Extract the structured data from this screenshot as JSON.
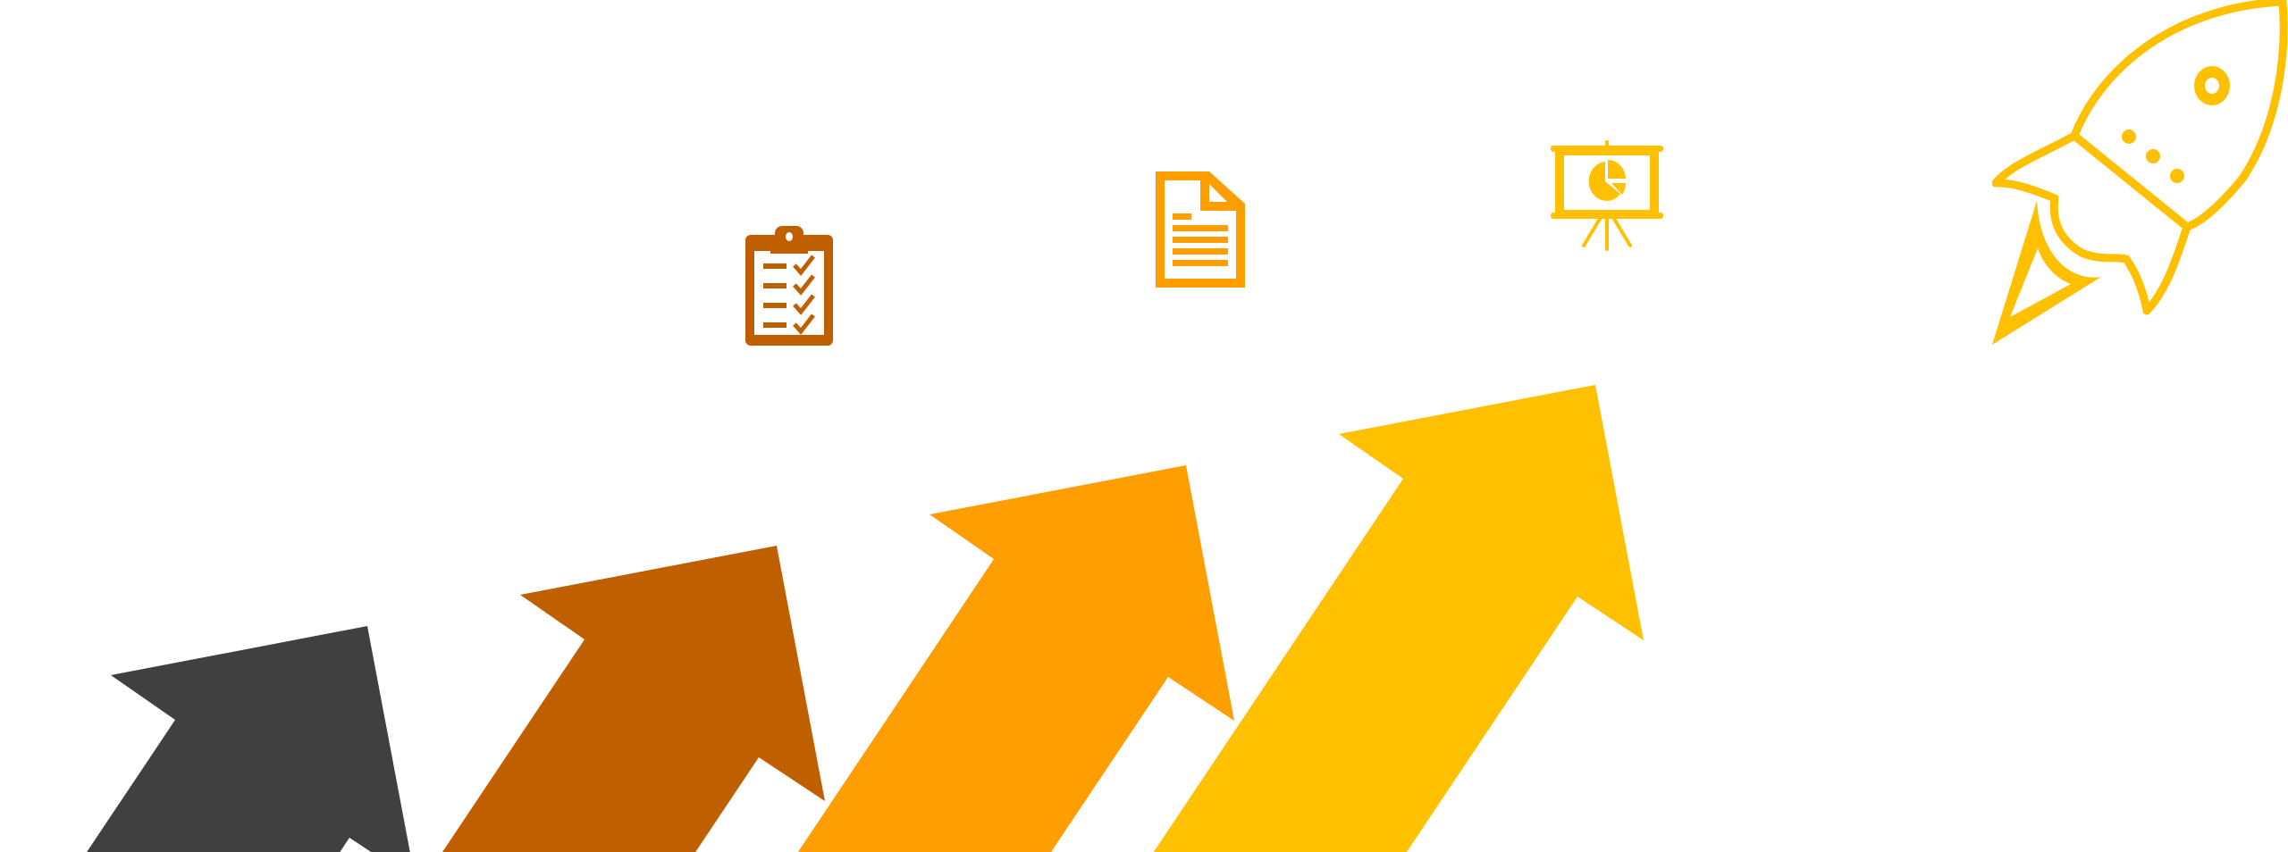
{
  "arrows": [
    {
      "name": "step-1",
      "color": "#404040"
    },
    {
      "name": "step-2",
      "color": "#C05F00"
    },
    {
      "name": "step-3",
      "color": "#FF9E00"
    },
    {
      "name": "step-4",
      "color": "#FFC000"
    }
  ],
  "icons": [
    {
      "name": "clipboard-checklist-icon",
      "color": "#C05F00"
    },
    {
      "name": "document-icon",
      "color": "#FF9E00"
    },
    {
      "name": "presentation-board-icon",
      "color": "#FFC000"
    },
    {
      "name": "rocket-icon",
      "color": "#FFC000"
    }
  ]
}
